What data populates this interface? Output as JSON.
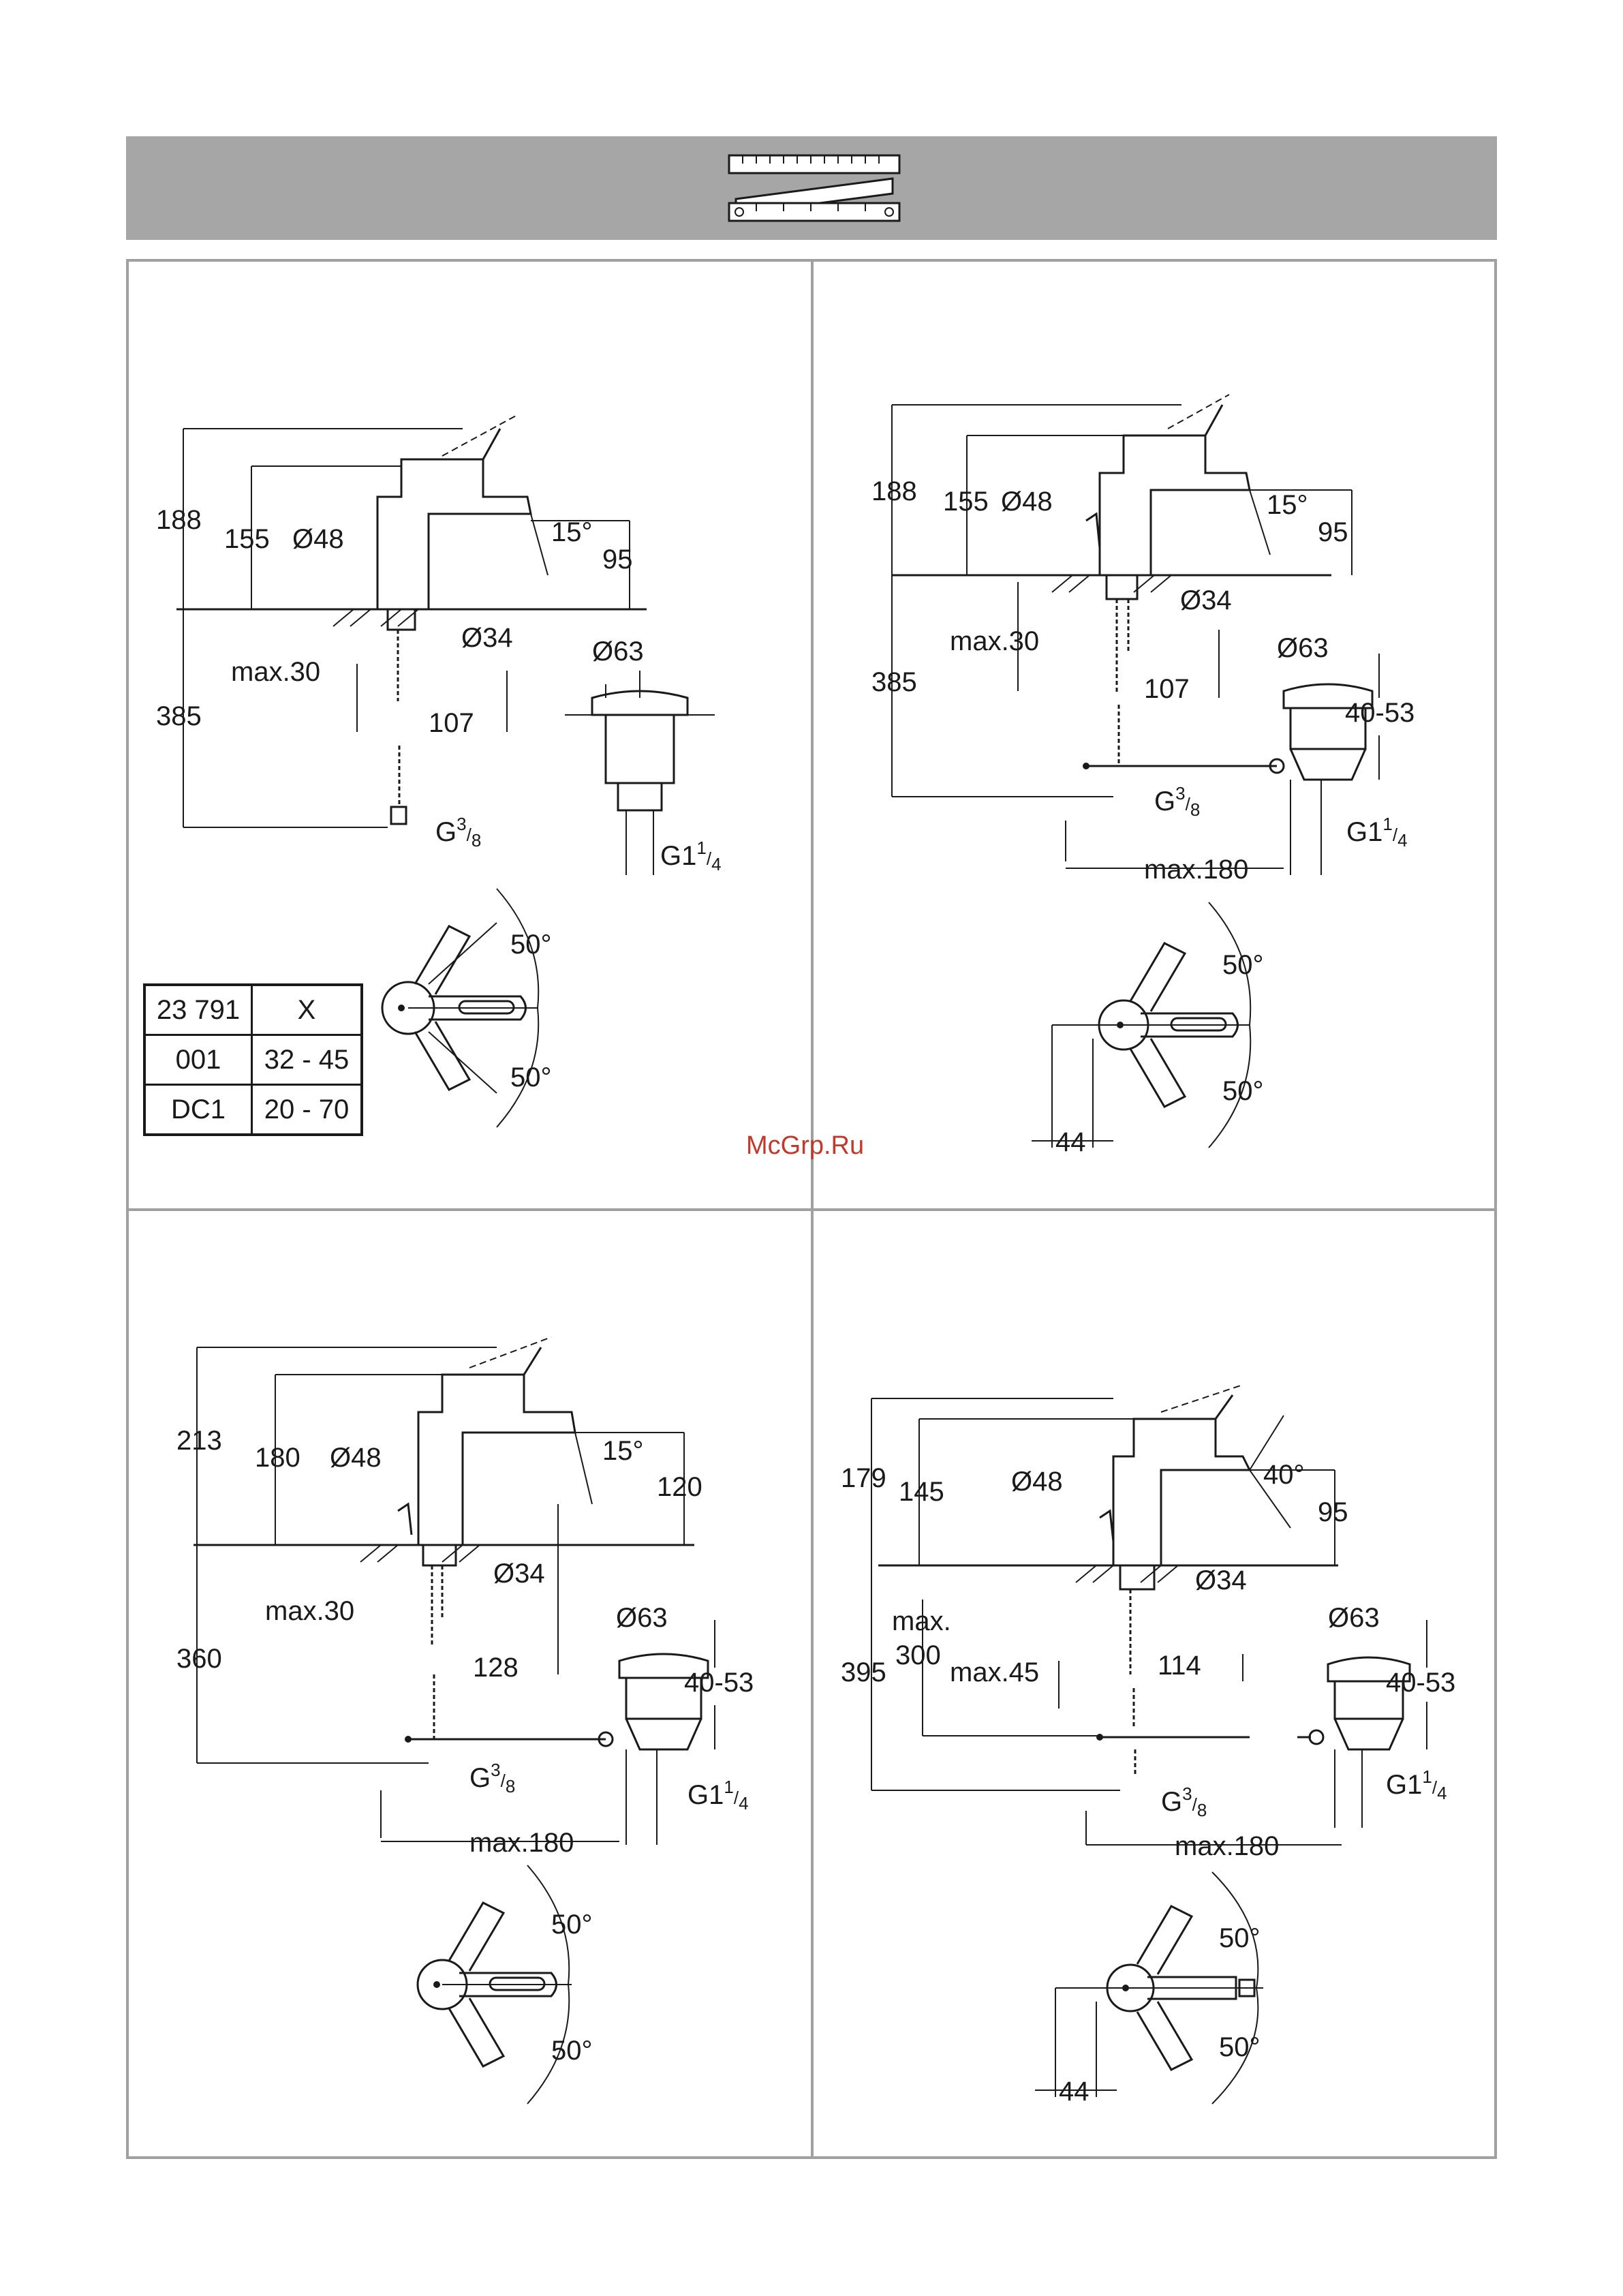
{
  "watermark": "McGrp.Ru",
  "header": {
    "icon": "folding-ruler-icon",
    "background": "#a6a6a6"
  },
  "panels": [
    {
      "id": "panel-1",
      "dims": {
        "total_height": "188",
        "body_height": "155",
        "spout_height": "95",
        "angle": "15°",
        "body_diameter": "Ø48",
        "shank_diameter": "Ø34",
        "deck_thickness": "max.30",
        "below_deck": "385",
        "reach": "107",
        "waste_diameter": "Ø63",
        "hose_thread": "G",
        "hose_thread_sup": "3",
        "hose_thread_sub": "8",
        "waste_thread": "G1",
        "waste_thread_sup": "1",
        "waste_thread_sub": "4",
        "lever_up": "50°",
        "lever_down": "50°"
      }
    },
    {
      "id": "panel-2",
      "dims": {
        "total_height": "188",
        "body_height": "155",
        "spout_height": "95",
        "angle": "15°",
        "body_diameter": "Ø48",
        "shank_diameter": "Ø34",
        "deck_thickness": "max.30",
        "below_deck": "385",
        "reach": "107",
        "waste_diameter": "Ø63",
        "waste_range": "40-53",
        "hose_thread": "G",
        "hose_thread_sup": "3",
        "hose_thread_sub": "8",
        "waste_thread": "G1",
        "waste_thread_sup": "1",
        "waste_thread_sub": "4",
        "rod_length": "max.180",
        "lever_up": "50°",
        "lever_down": "50°",
        "offset": "44"
      }
    },
    {
      "id": "panel-3",
      "dims": {
        "total_height": "213",
        "body_height": "180",
        "spout_height": "120",
        "angle": "15°",
        "body_diameter": "Ø48",
        "shank_diameter": "Ø34",
        "deck_thickness": "max.30",
        "below_deck": "360",
        "reach": "128",
        "waste_diameter": "Ø63",
        "waste_range": "40-53",
        "hose_thread": "G",
        "hose_thread_sup": "3",
        "hose_thread_sub": "8",
        "waste_thread": "G1",
        "waste_thread_sup": "1",
        "waste_thread_sub": "4",
        "rod_length": "max.180",
        "lever_up": "50°",
        "lever_down": "50°"
      }
    },
    {
      "id": "panel-4",
      "dims": {
        "total_height": "179",
        "body_height": "145",
        "spout_height": "95",
        "angle": "40°",
        "body_diameter": "Ø48",
        "shank_diameter": "Ø34",
        "deck_thickness": "max.45",
        "below_deck": "395",
        "rod_height_a": "max.",
        "rod_height_b": "300",
        "reach": "114",
        "waste_diameter": "Ø63",
        "waste_range": "40-53",
        "hose_thread": "G",
        "hose_thread_sup": "3",
        "hose_thread_sub": "8",
        "waste_thread": "G1",
        "waste_thread_sup": "1",
        "waste_thread_sub": "4",
        "rod_length": "max.180",
        "lever_up": "50°",
        "lever_down": "50°",
        "offset": "44"
      }
    }
  ],
  "code_table": {
    "header": [
      "23 791",
      "X"
    ],
    "rows": [
      [
        "001",
        "32 - 45"
      ],
      [
        "DC1",
        "20 - 70"
      ]
    ]
  }
}
